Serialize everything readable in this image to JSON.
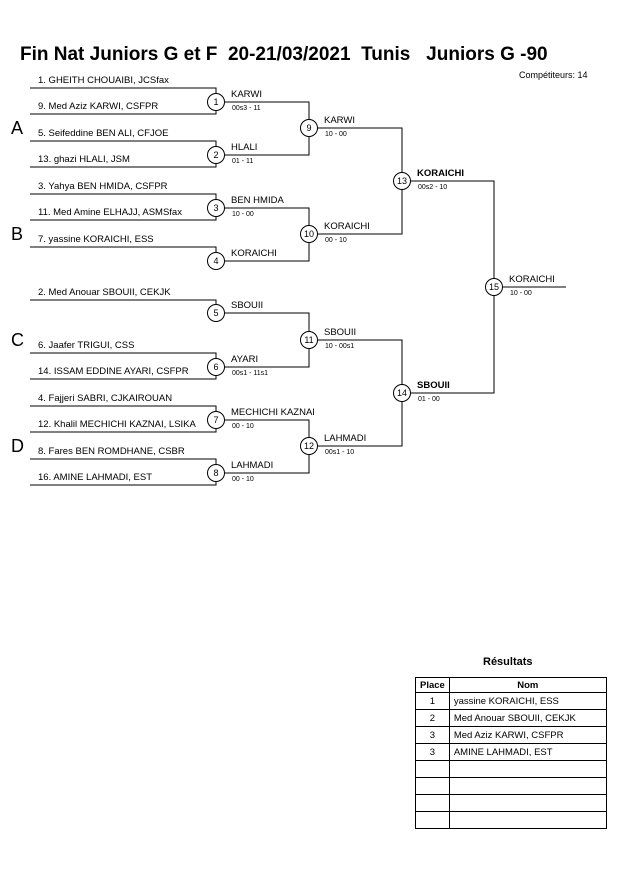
{
  "header": {
    "title": "Fin Nat Juniors G et F  20-21/03/2021  Tunis   Juniors G -90",
    "competitors": "Compétiteurs: 14"
  },
  "pools": [
    "A",
    "B",
    "C",
    "D"
  ],
  "entrants": [
    "1. GHEITH CHOUAIBI, JCSfax",
    "9. Med Aziz KARWI, CSFPR",
    "5. Seifeddine BEN ALI, CFJOE",
    "13. ghazi HLALI, JSM",
    "3. Yahya BEN HMIDA, CSFPR",
    "11. Med Amine ELHAJJ, ASMSfax",
    "7. yassine KORAICHI, ESS",
    "2. Med Anouar SBOUII, CEKJK",
    "6. Jaafer TRIGUI, CSS",
    "14. ISSAM EDDINE AYARI, CSFPR",
    "4. Fajjeri SABRI, CJKAIROUAN",
    "12. Khalil MECHICHI KAZNAI, LSIKA",
    "8. Fares BEN ROMDHANE, CSBR",
    "16. AMINE LAHMADI, EST"
  ],
  "matches": [
    {
      "num": "1",
      "winner": "KARWI",
      "score": "00s3 - 11"
    },
    {
      "num": "2",
      "winner": "HLALI",
      "score": "01 - 11"
    },
    {
      "num": "3",
      "winner": "BEN HMIDA",
      "score": "10 - 00"
    },
    {
      "num": "4",
      "winner": "KORAICHI",
      "score": ""
    },
    {
      "num": "5",
      "winner": "SBOUII",
      "score": ""
    },
    {
      "num": "6",
      "winner": "AYARI",
      "score": "00s1 - 11s1"
    },
    {
      "num": "7",
      "winner": "MECHICHI KAZNAI",
      "score": "00 - 10"
    },
    {
      "num": "8",
      "winner": "LAHMADI",
      "score": "00 - 10"
    },
    {
      "num": "9",
      "winner": "KARWI",
      "score": "10 - 00"
    },
    {
      "num": "10",
      "winner": "KORAICHI",
      "score": "00 - 10"
    },
    {
      "num": "11",
      "winner": "SBOUII",
      "score": "10 - 00s1"
    },
    {
      "num": "12",
      "winner": "LAHMADI",
      "score": "00s1 - 10"
    },
    {
      "num": "13",
      "winner": "KORAICHI",
      "score": "00s2 - 10"
    },
    {
      "num": "14",
      "winner": "SBOUII",
      "score": "01 - 00"
    },
    {
      "num": "15",
      "winner": "KORAICHI",
      "score": "10 - 00"
    }
  ],
  "results": {
    "title": "Résultats",
    "col_place": "Place",
    "col_name": "Nom",
    "rows": [
      {
        "place": "1",
        "name": "yassine KORAICHI, ESS"
      },
      {
        "place": "2",
        "name": "Med Anouar SBOUII, CEKJK"
      },
      {
        "place": "3",
        "name": "Med Aziz KARWI, CSFPR"
      },
      {
        "place": "3",
        "name": "AMINE LAHMADI, EST"
      },
      {
        "place": "",
        "name": ""
      },
      {
        "place": "",
        "name": ""
      },
      {
        "place": "",
        "name": ""
      },
      {
        "place": "",
        "name": ""
      }
    ]
  }
}
